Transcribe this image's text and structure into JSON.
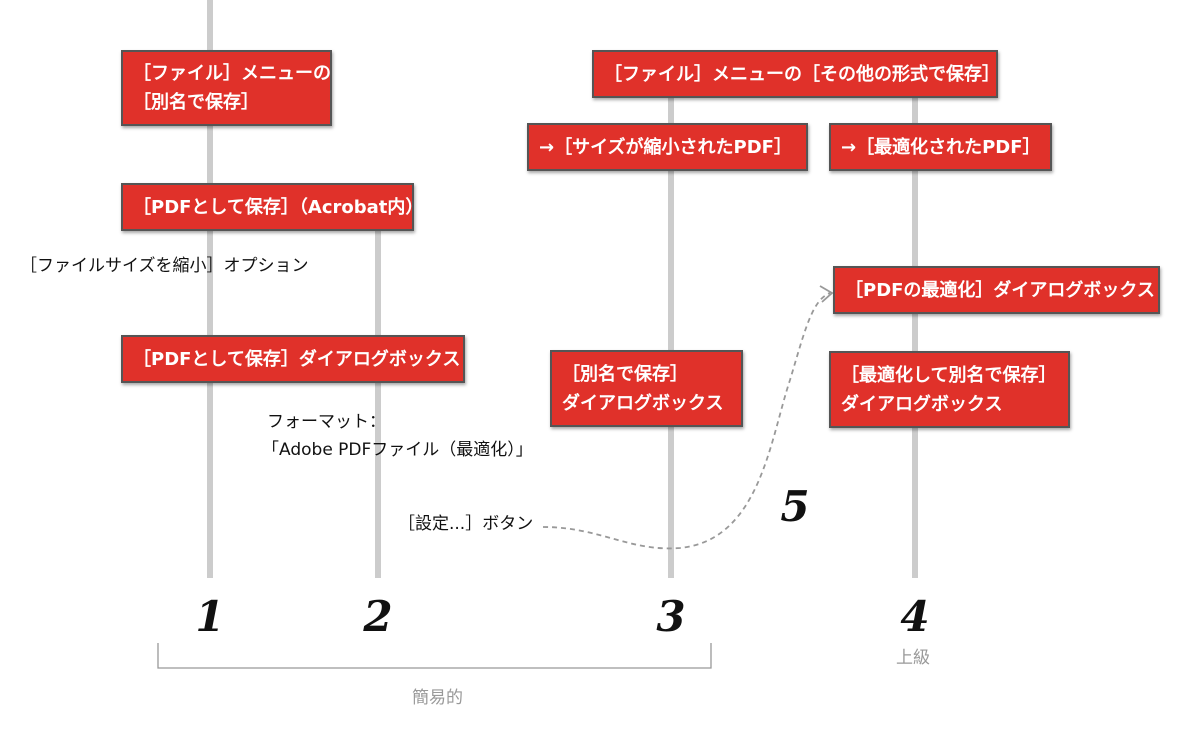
{
  "boxes": {
    "file_menu_save_as": [
      "［ファイル］メニューの",
      "［別名で保存］"
    ],
    "save_as_pdf_acrobat": "［PDFとして保存］（Acrobat内）",
    "save_as_pdf_dialog": "［PDFとして保存］ダイアログボックス",
    "file_menu_other_formats": "［ファイル］メニューの［その他の形式で保存］",
    "reduced_size_pdf": "→［サイズが縮小されたPDF］",
    "save_as_dialog": [
      "［別名で保存］",
      "ダイアログボックス"
    ],
    "optimized_pdf": "→［最適化されたPDF］",
    "pdf_optimize_dialog": "［PDFの最適化］ダイアログボックス",
    "optimize_save_as_dialog": [
      "［最適化して別名で保存］",
      "ダイアログボックス"
    ]
  },
  "notes": {
    "reduce_file_size_option": "［ファイルサイズを縮小］オプション",
    "format_label": "フォーマット：",
    "format_value": "「Adobe PDFファイル（最適化）」",
    "settings_button": "［設定...］ボタン"
  },
  "numbers": [
    "1",
    "2",
    "3",
    "4",
    "5"
  ],
  "captions": {
    "advanced": "上級",
    "simple": "簡易的"
  },
  "colors": {
    "box_fill": "#e0312a",
    "box_border": "#555555",
    "line": "#cccccc",
    "caption": "#999999",
    "dashed_arrow": "#999999"
  }
}
